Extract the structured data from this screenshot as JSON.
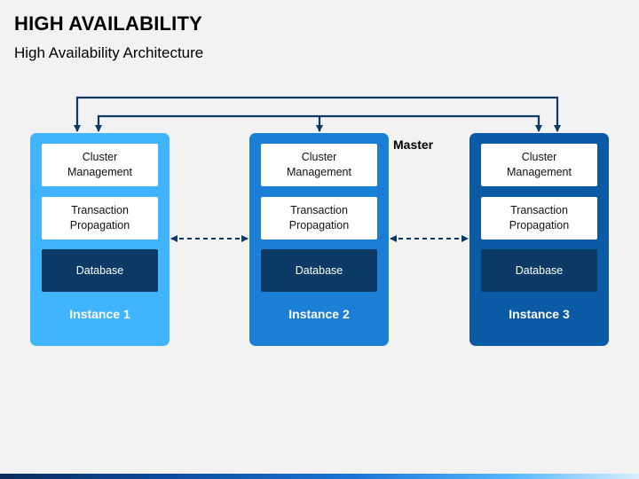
{
  "header": {
    "title": "HIGH AVAILABILITY",
    "subtitle": "High Availability Architecture"
  },
  "master_label": "Master",
  "instances": [
    {
      "name": "Instance 1",
      "cluster_line1": "Cluster",
      "cluster_line2": "Management",
      "transaction_line1": "Transaction",
      "transaction_line2": "Propagation",
      "database": "Database",
      "color": "#41b4ff"
    },
    {
      "name": "Instance 2",
      "cluster_line1": "Cluster",
      "cluster_line2": "Management",
      "transaction_line1": "Transaction",
      "transaction_line2": "Propagation",
      "database": "Database",
      "color": "#1b7fd6"
    },
    {
      "name": "Instance 3",
      "cluster_line1": "Cluster",
      "cluster_line2": "Management",
      "transaction_line1": "Transaction",
      "transaction_line2": "Propagation",
      "database": "Database",
      "color": "#0a5aa6"
    }
  ],
  "colors": {
    "connector": "#0b3a66",
    "database_fill": "#0b3a66",
    "background": "#f2f2f2"
  }
}
